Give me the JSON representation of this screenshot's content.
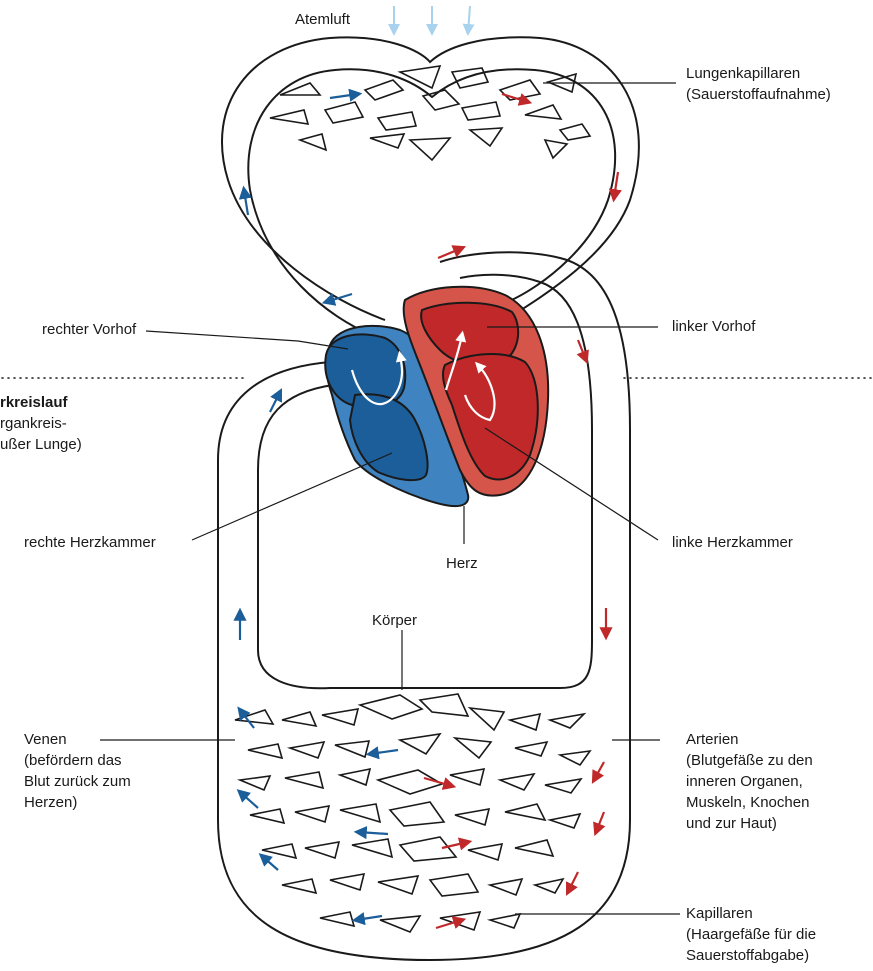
{
  "labels": {
    "atemluft": "Atemluft",
    "lungenkapillaren": [
      "Lungenkapillaren",
      "(Sauerstoffaufnahme)"
    ],
    "rechter_vorhof": "rechter Vorhof",
    "linker_vorhof": "linker Vorhof",
    "koerperkreislauf": [
      "rkreislauf",
      "rgankreis-",
      "ußer Lunge)"
    ],
    "rechte_herzkammer": "rechte Herzkammer",
    "linke_herzkammer": "linke Herzkammer",
    "herz": "Herz",
    "koerper": "Körper",
    "venen": [
      "Venen",
      "(befördern das",
      "Blut zurück zum",
      "Herzen)"
    ],
    "arterien": [
      "Arterien",
      "(Blutgefäße zu den",
      "inneren Organen,",
      "Muskeln, Knochen",
      "und zur Haut)"
    ],
    "kapillaren": [
      "Kapillaren",
      "(Haargefäße für die",
      "Sauerstoffabgabe)"
    ]
  },
  "colors": {
    "venous_blue": "#1b5e9a",
    "venous_light": "#3f84c0",
    "arterial_red": "#c0282a",
    "arterial_light": "#d6554b",
    "air_arrow": "#a9d2ee",
    "outline": "#1a1a1a"
  }
}
